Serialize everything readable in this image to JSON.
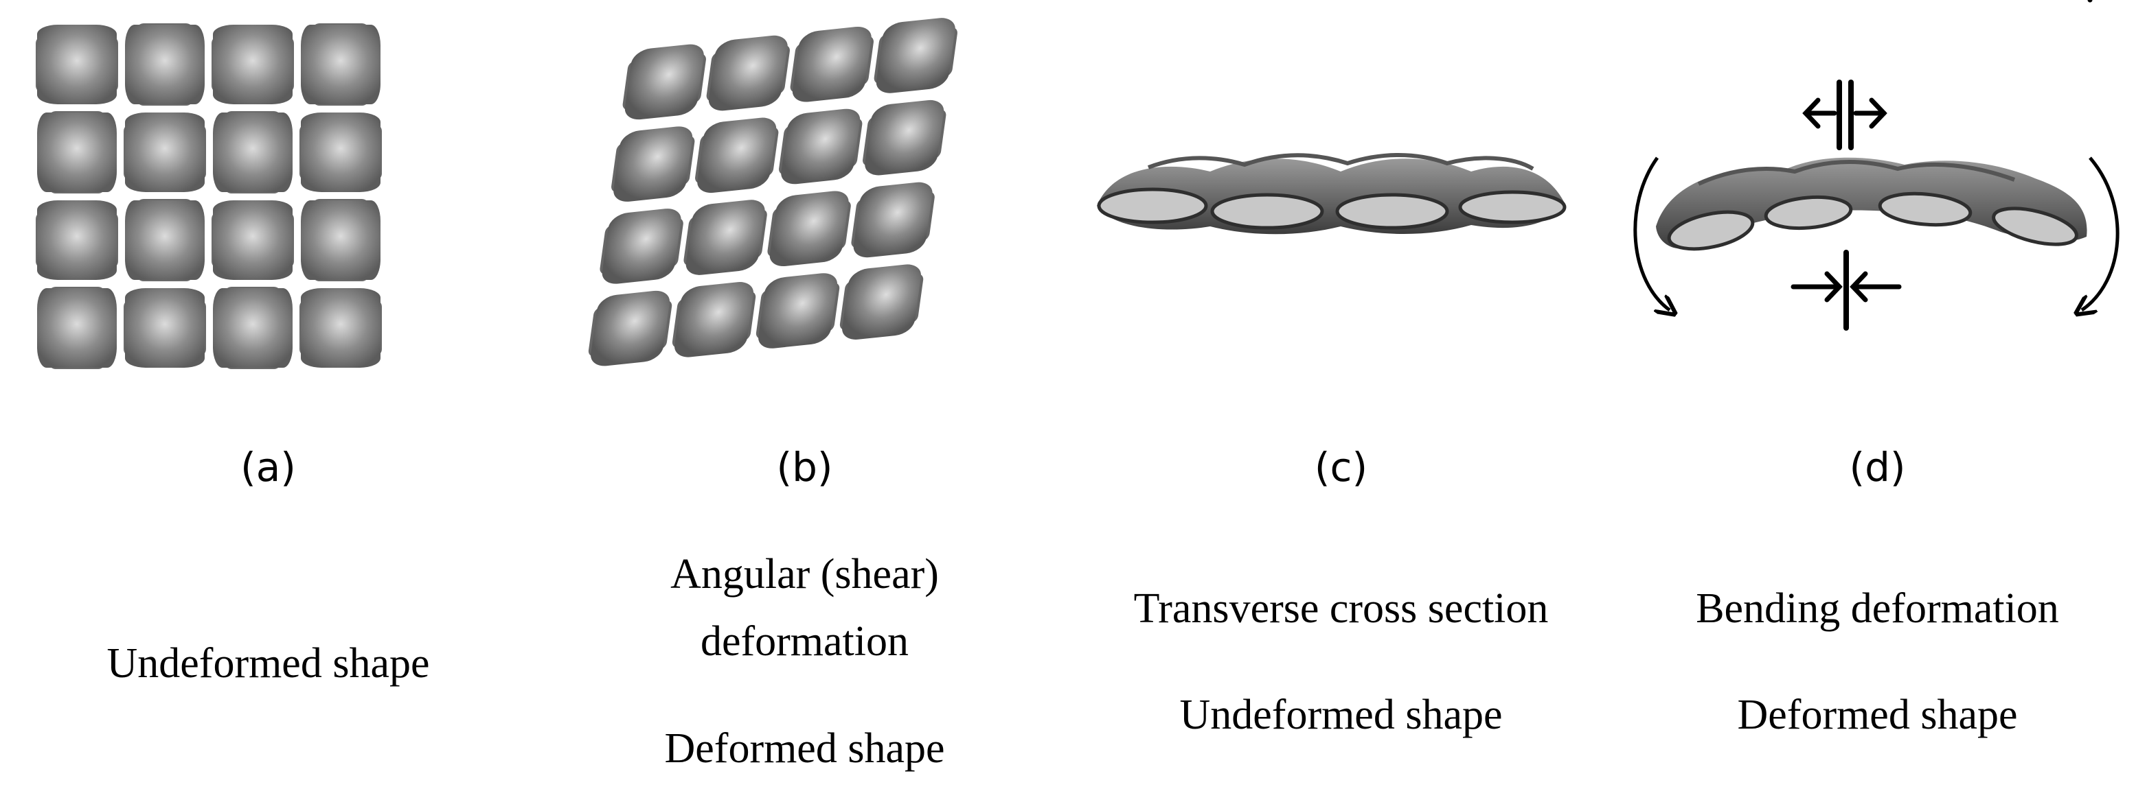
{
  "colors": {
    "yarn_dark": "#5a5a5a",
    "yarn_mid": "#8a8a8a",
    "yarn_light": "#d8d8d8",
    "section_fill": "#c8c8c8",
    "arrow": "#000000"
  },
  "panels": [
    {
      "label": "(a)",
      "lines": [
        "Undeformed shape"
      ]
    },
    {
      "label": "(b)",
      "lines": [
        "Angular (shear)",
        "deformation",
        "Deformed shape"
      ]
    },
    {
      "label": "(c)",
      "lines": [
        "Transverse  cross section",
        "Undeformed shape"
      ]
    },
    {
      "label": "(d)",
      "lines": [
        "Bending deformation",
        "Deformed shape"
      ]
    }
  ]
}
